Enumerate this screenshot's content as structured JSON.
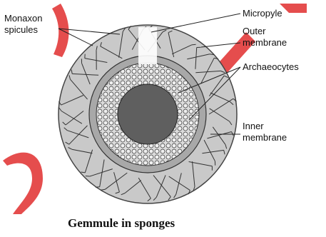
{
  "diagram": {
    "labels": {
      "monaxon_line1": "Monaxon",
      "monaxon_line2": "spicules",
      "micropyle": "Micropyle",
      "outer_line1": "Outer",
      "outer_line2": "membrane",
      "archaeocytes": "Archaeocytes",
      "inner_line1": "Inner",
      "inner_line2": "membrane"
    },
    "caption": "Gemmule in sponges"
  },
  "colors": {
    "outer_shell": "#c9c9c9",
    "inner_core": "#a8a8a8",
    "archaeocyte_center": "#5f5f5f",
    "line": "#222222",
    "watermark": "#e23a3a"
  }
}
